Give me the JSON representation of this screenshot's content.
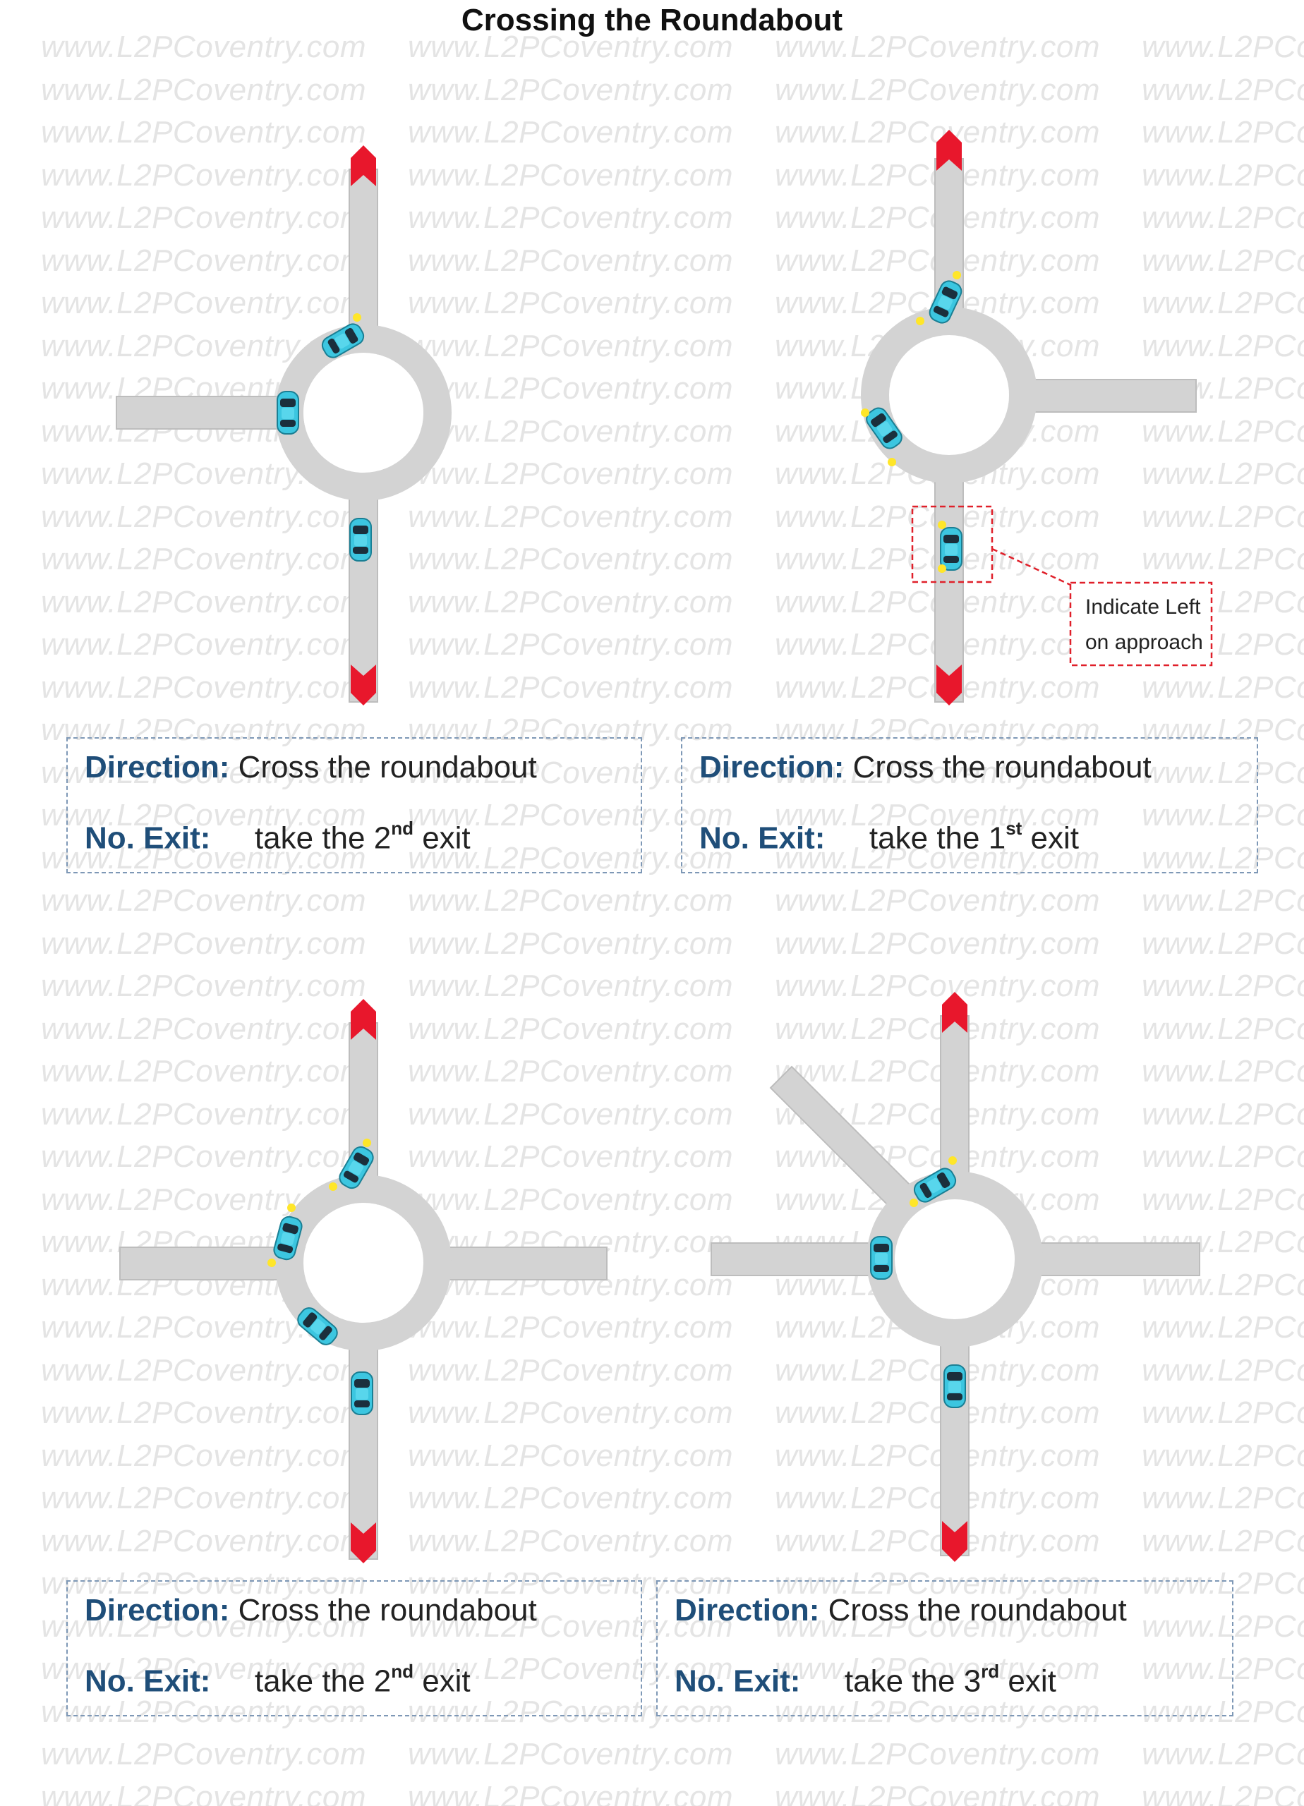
{
  "title": "Crossing the Roundabout",
  "watermark_text": "www.L2PCoventry.com",
  "colors": {
    "road": "#d3d3d3",
    "road_edge": "#bdbdbd",
    "arrow": "#e8172c",
    "car_body": "#3cc6e0",
    "indicator": "#ffe629",
    "callout_border": "#e0202a",
    "box_border": "#7e98b6",
    "label_blue": "#1f4e79"
  },
  "callout": {
    "line1": "Indicate Left",
    "line2": "on approach"
  },
  "panels": [
    {
      "direction_label": "Direction:",
      "direction_text": "Cross the roundabout",
      "exit_label": "No. Exit:",
      "exit_prefix": "take the 2",
      "exit_suffix": "nd",
      "exit_word": "exit"
    },
    {
      "direction_label": "Direction:",
      "direction_text": "Cross the roundabout",
      "exit_label": "No. Exit:",
      "exit_prefix": "take the 1",
      "exit_suffix": "st",
      "exit_word": "exit"
    },
    {
      "direction_label": "Direction:",
      "direction_text": "Cross the roundabout",
      "exit_label": "No. Exit:",
      "exit_prefix": "take the 2",
      "exit_suffix": "nd",
      "exit_word": "exit"
    },
    {
      "direction_label": "Direction:",
      "direction_text": "Cross the roundabout",
      "exit_label": "No. Exit:",
      "exit_prefix": "take the 3",
      "exit_suffix": "rd",
      "exit_word": "exit"
    }
  ]
}
